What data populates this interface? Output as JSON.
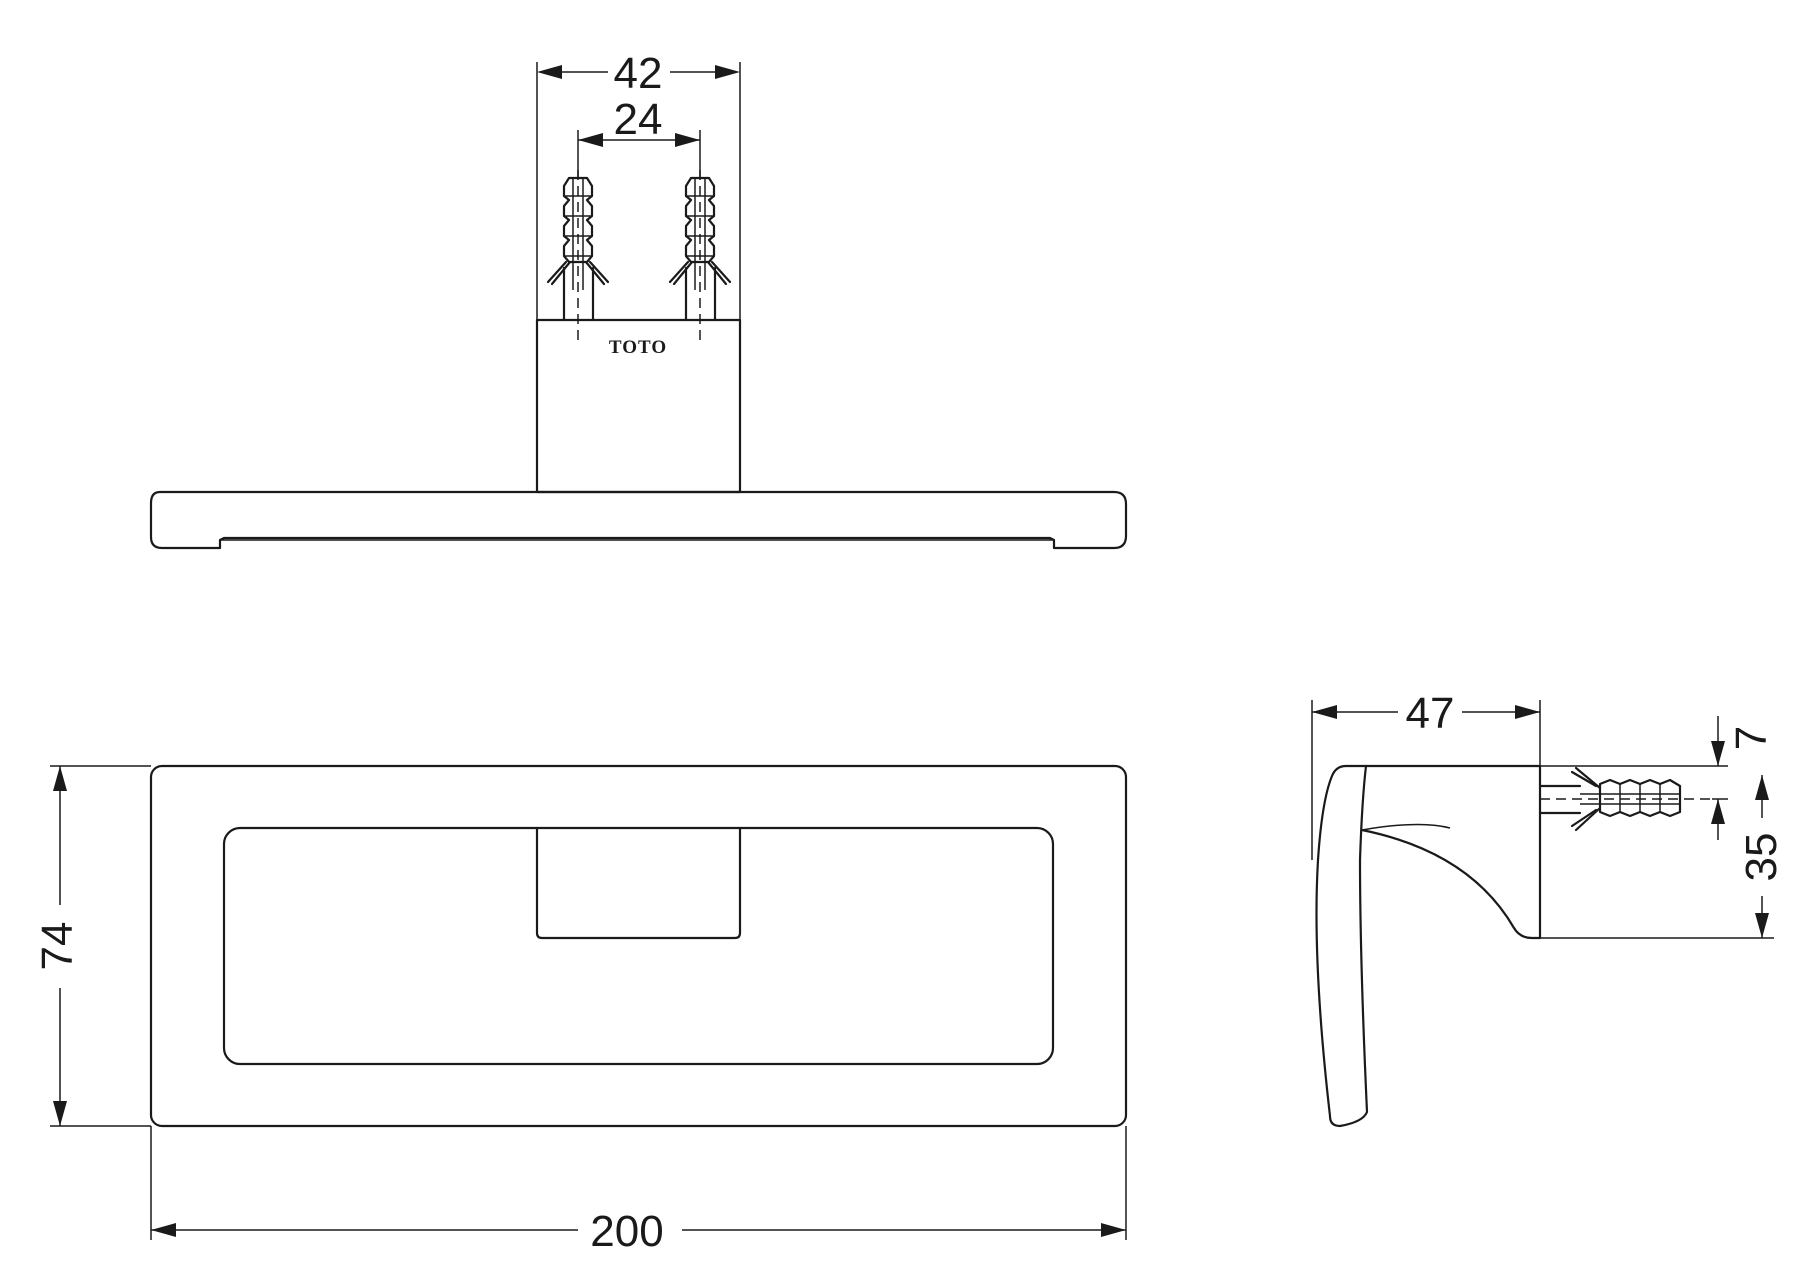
{
  "brand_mark": "TOTO",
  "dimensions": {
    "mount_width": "42",
    "anchor_spacing": "24",
    "depth": "47",
    "plate_offset": "7",
    "plate_height": "35",
    "overall_height": "74",
    "overall_width": "200"
  }
}
